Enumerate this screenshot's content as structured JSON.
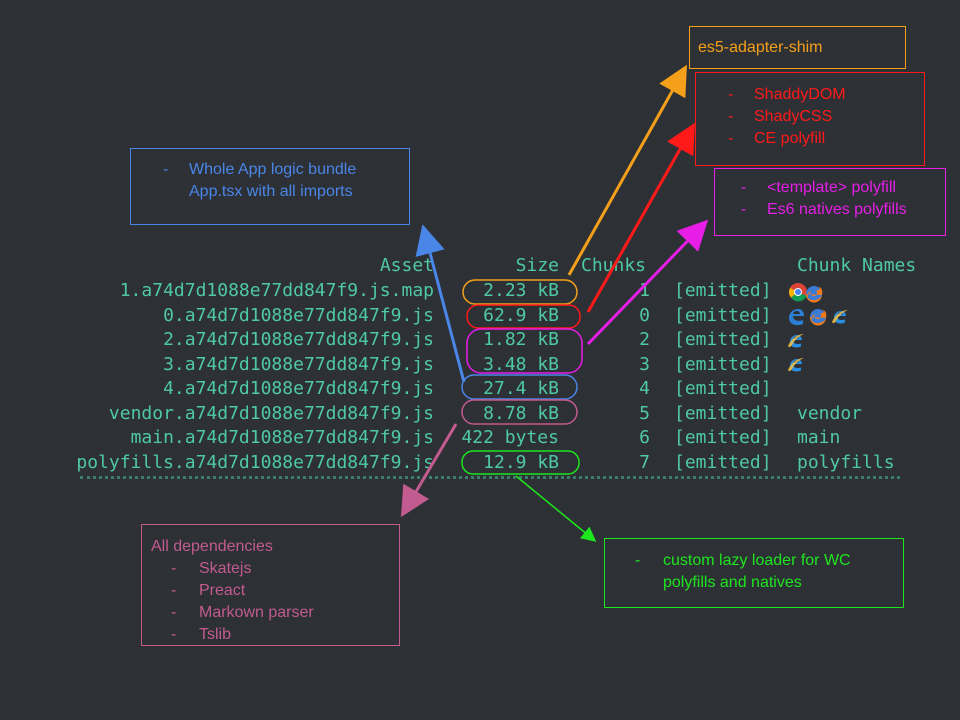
{
  "terminal": {
    "headers": {
      "asset": "Asset",
      "size": "Size",
      "chunks": "Chunks",
      "chunk_names": "Chunk Names"
    },
    "rows": [
      {
        "asset": "1.a74d7d1088e77dd847f9.js.map",
        "size": "2.23 kB",
        "chunk": "1",
        "status": "[emitted]",
        "name": ""
      },
      {
        "asset": "0.a74d7d1088e77dd847f9.js",
        "size": "62.9 kB",
        "chunk": "0",
        "status": "[emitted]",
        "name": ""
      },
      {
        "asset": "2.a74d7d1088e77dd847f9.js",
        "size": "1.82 kB",
        "chunk": "2",
        "status": "[emitted]",
        "name": ""
      },
      {
        "asset": "3.a74d7d1088e77dd847f9.js",
        "size": "3.48 kB",
        "chunk": "3",
        "status": "[emitted]",
        "name": ""
      },
      {
        "asset": "4.a74d7d1088e77dd847f9.js",
        "size": "27.4 kB",
        "chunk": "4",
        "status": "[emitted]",
        "name": ""
      },
      {
        "asset": "vendor.a74d7d1088e77dd847f9.js",
        "size": "8.78 kB",
        "chunk": "5",
        "status": "[emitted]",
        "name": "vendor"
      },
      {
        "asset": "main.a74d7d1088e77dd847f9.js",
        "size": "422 bytes",
        "chunk": "6",
        "status": "[emitted]",
        "name": "main"
      },
      {
        "asset": "polyfills.a74d7d1088e77dd847f9.js",
        "size": "12.9 kB",
        "chunk": "7",
        "status": "[emitted]",
        "name": "polyfills"
      }
    ],
    "text_color": "#4ec9a4"
  },
  "browser_icons": {
    "row1": [
      "chrome-icon",
      "firefox-icon"
    ],
    "row2": [
      "edge-icon",
      "firefox-icon",
      "ie-icon"
    ],
    "row3": [
      "ie-icon"
    ],
    "row4": [
      "ie-icon"
    ]
  },
  "annotations": {
    "es5_shim": {
      "title": "es5-adapter-shim",
      "color": "#f5a01a"
    },
    "shady": {
      "items": [
        "ShaddyDOM",
        "ShadyCSS",
        "CE polyfill"
      ],
      "color": "#ff1a1a"
    },
    "template": {
      "items": [
        "<template> polyfill",
        "Es6 natives polyfills"
      ],
      "color": "#e61ee6"
    },
    "app_bundle": {
      "items": [
        "Whole App logic bundle",
        "App.tsx with all imports"
      ],
      "color": "#4a86e8"
    },
    "dependencies": {
      "title": "All dependencies",
      "items": [
        "Skatejs",
        "Preact",
        "Markown parser",
        "Tslib"
      ],
      "color": "#c25b8f"
    },
    "lazy_loader": {
      "items": [
        "custom lazy loader for WC polyfills and natives"
      ],
      "color": "#1ee61e"
    }
  },
  "dash": "-"
}
